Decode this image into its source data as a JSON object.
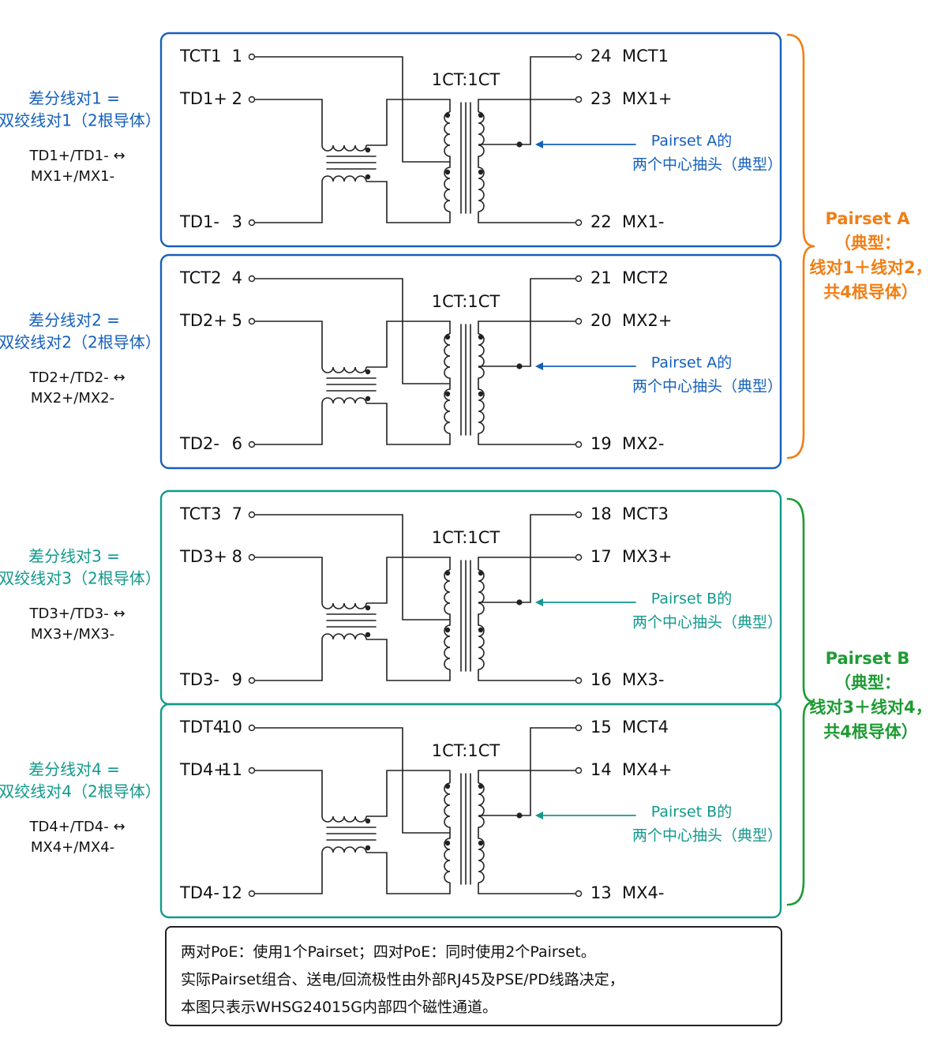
{
  "colors": {
    "pairset_a": "#1560bd",
    "pairset_b": "#12998c",
    "brace_a": "#f07f16",
    "brace_b": "#1e9b34",
    "wire": "#222222",
    "note_border": "#222222"
  },
  "channels": [
    {
      "ratio": "1CT:1CT",
      "left_pins": [
        {
          "label": "TCT1",
          "num": "1"
        },
        {
          "label": "TD1+",
          "num": "2"
        },
        {
          "label": "TD1-",
          "num": "3"
        }
      ],
      "right_pins": [
        {
          "num": "24",
          "label": "MCT1"
        },
        {
          "num": "23",
          "label": "MX1+"
        },
        {
          "num": "22",
          "label": "MX1-"
        }
      ],
      "pair_title_1": "差分线对1 =",
      "pair_title_2": "双绞线对1（2根导体）",
      "mapping_1": "TD1+/TD1- ↔",
      "mapping_2": "MX1+/MX1-",
      "tap_label_1": "Pairset A的",
      "tap_label_2": "两个中心抽头（典型）"
    },
    {
      "ratio": "1CT:1CT",
      "left_pins": [
        {
          "label": "TCT2",
          "num": "4"
        },
        {
          "label": "TD2+",
          "num": "5"
        },
        {
          "label": "TD2-",
          "num": "6"
        }
      ],
      "right_pins": [
        {
          "num": "21",
          "label": "MCT2"
        },
        {
          "num": "20",
          "label": "MX2+"
        },
        {
          "num": "19",
          "label": "MX2-"
        }
      ],
      "pair_title_1": "差分线对2 =",
      "pair_title_2": "双绞线对2（2根导体）",
      "mapping_1": "TD2+/TD2- ↔",
      "mapping_2": "MX2+/MX2-",
      "tap_label_1": "Pairset A的",
      "tap_label_2": "两个中心抽头（典型）"
    },
    {
      "ratio": "1CT:1CT",
      "left_pins": [
        {
          "label": "TCT3",
          "num": "7"
        },
        {
          "label": "TD3+",
          "num": "8"
        },
        {
          "label": "TD3-",
          "num": "9"
        }
      ],
      "right_pins": [
        {
          "num": "18",
          "label": "MCT3"
        },
        {
          "num": "17",
          "label": "MX3+"
        },
        {
          "num": "16",
          "label": "MX3-"
        }
      ],
      "pair_title_1": "差分线对3 =",
      "pair_title_2": "双绞线对3（2根导体）",
      "mapping_1": "TD3+/TD3- ↔",
      "mapping_2": "MX3+/MX3-",
      "tap_label_1": "Pairset B的",
      "tap_label_2": "两个中心抽头（典型）"
    },
    {
      "ratio": "1CT:1CT",
      "left_pins": [
        {
          "label": "TDT4",
          "num": "10"
        },
        {
          "label": "TD4+",
          "num": "11"
        },
        {
          "label": "TD4-",
          "num": "12"
        }
      ],
      "right_pins": [
        {
          "num": "15",
          "label": "MCT4"
        },
        {
          "num": "14",
          "label": "MX4+"
        },
        {
          "num": "13",
          "label": "MX4-"
        }
      ],
      "pair_title_1": "差分线对4 =",
      "pair_title_2": "双绞线对4（2根导体）",
      "mapping_1": "TD4+/TD4- ↔",
      "mapping_2": "MX4+/MX4-",
      "tap_label_1": "Pairset B的",
      "tap_label_2": "两个中心抽头（典型）"
    }
  ],
  "pairsets": [
    {
      "line1": "Pairset A",
      "line2": "（典型：",
      "line3": "线对1＋线对2，",
      "line4": "共4根导体）"
    },
    {
      "line1": "Pairset B",
      "line2": "（典型：",
      "line3": "线对3＋线对4，",
      "line4": "共4根导体）"
    }
  ],
  "note": {
    "line1": "两对PoE：使用1个Pairset；四对PoE：同时使用2个Pairset。",
    "line2": "实际Pairset组合、送电/回流极性由外部RJ45及PSE/PD线路决定，",
    "line3": "本图只表示WHSG24015G内部四个磁性通道。"
  }
}
